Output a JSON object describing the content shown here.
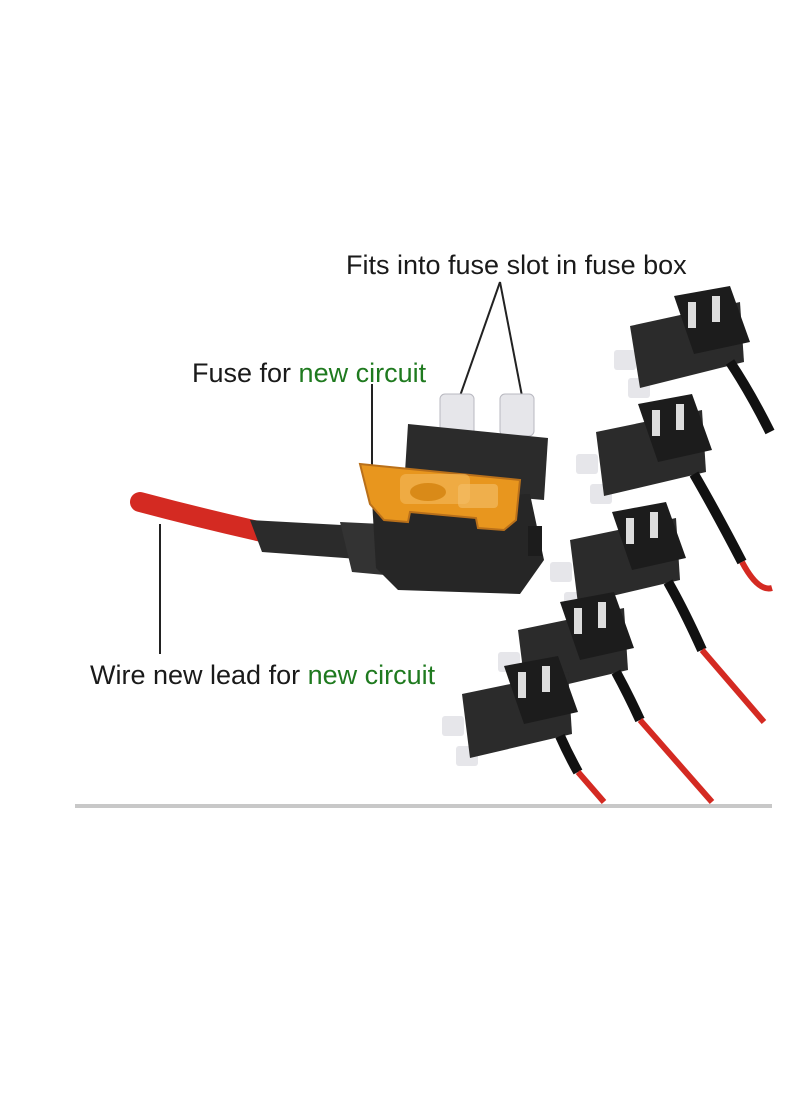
{
  "labels": {
    "fits": "Fits into fuse slot in fuse box",
    "fuse_prefix": "Fuse for ",
    "fuse_highlight": "new circuit",
    "wire_prefix": "Wire new lead for ",
    "wire_highlight": "new circuit"
  },
  "colors": {
    "highlight_text": "#1f7a1f",
    "wire_red": "#d42a22",
    "fuse_amber": "#e8961e",
    "holder_black": "#2b2b2b",
    "blade_gray": "#e6e6ea",
    "divider": "#c8c8c8"
  },
  "tap_count": 5
}
